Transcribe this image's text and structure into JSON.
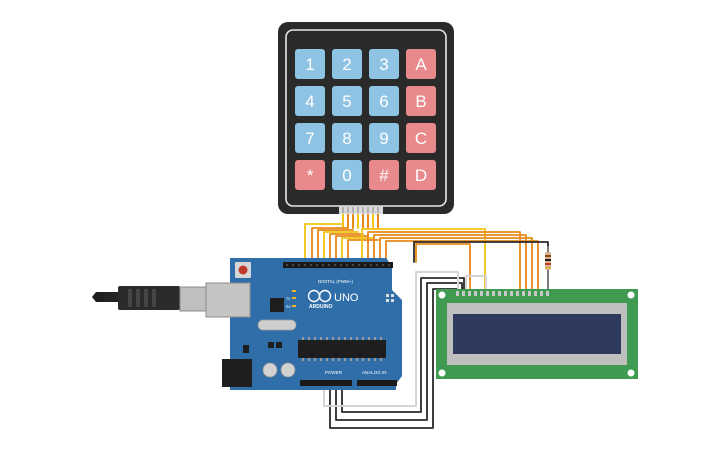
{
  "keypad": {
    "keys": [
      {
        "label": "1",
        "kind": "digit"
      },
      {
        "label": "2",
        "kind": "digit"
      },
      {
        "label": "3",
        "kind": "digit"
      },
      {
        "label": "A",
        "kind": "letter"
      },
      {
        "label": "4",
        "kind": "digit"
      },
      {
        "label": "5",
        "kind": "digit"
      },
      {
        "label": "6",
        "kind": "digit"
      },
      {
        "label": "B",
        "kind": "letter"
      },
      {
        "label": "7",
        "kind": "digit"
      },
      {
        "label": "8",
        "kind": "digit"
      },
      {
        "label": "9",
        "kind": "digit"
      },
      {
        "label": "C",
        "kind": "letter"
      },
      {
        "label": "*",
        "kind": "symbol"
      },
      {
        "label": "0",
        "kind": "digit"
      },
      {
        "label": "#",
        "kind": "symbol"
      },
      {
        "label": "D",
        "kind": "letter"
      }
    ]
  },
  "arduino": {
    "brand": "ARDUINO",
    "model": "UNO",
    "digital_label": "DIGITAL (PWM~)",
    "power_label": "POWER",
    "analog_label": "ANALOG IN",
    "tx_label": "TX",
    "rx_label": "RX"
  },
  "colors": {
    "key_blue": "#8fc3e3",
    "key_red": "#e8898b",
    "keypad_body": "#2a2a2a",
    "board_blue": "#2f6ea8",
    "lcd_green": "#3f9a52",
    "lcd_screen": "#2d3a5c",
    "wire_orange": "#e8891a",
    "wire_yellow": "#f1c40f",
    "wire_black": "#2a2a2a",
    "wire_gray": "#d8d8d8"
  },
  "icons": {
    "usb": "usb-cable-icon",
    "resistor": "resistor-icon"
  }
}
